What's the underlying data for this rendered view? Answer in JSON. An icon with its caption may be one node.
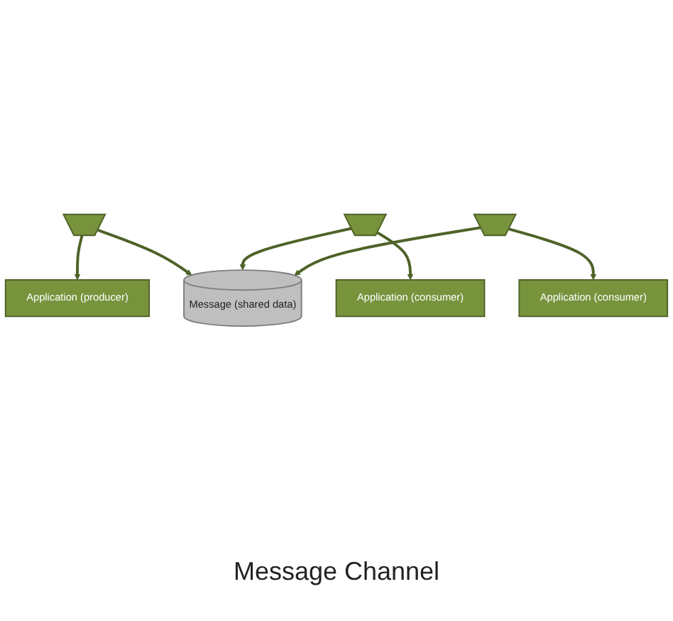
{
  "diagram": {
    "caption": "Message Channel",
    "nodes": [
      {
        "text": [
          "Application (producer)"
        ]
      },
      {
        "text": [
          "Application (consumer)"
        ]
      },
      {
        "text": [
          "Application (consumer)"
        ]
      },
      {
        "text": [],
        "shape": "trapezoid"
      },
      {
        "text": [],
        "shape": "trapezoid"
      },
      {
        "text": [],
        "shape": "trapezoid"
      },
      {
        "text": [
          "Message (shared data)"
        ]
      }
    ],
    "edges": [
      {
        "from": 3,
        "to": 0,
        "arrow": "to"
      },
      {
        "from": 4,
        "to": 1,
        "arrow": "to"
      },
      {
        "from": 5,
        "to": 2,
        "arrow": "to"
      },
      {
        "from": 3,
        "to": 6,
        "arrow": "to"
      },
      {
        "from": 4,
        "to": 6,
        "arrow": "to"
      },
      {
        "from": 5,
        "to": 6,
        "arrow": "to"
      }
    ]
  }
}
